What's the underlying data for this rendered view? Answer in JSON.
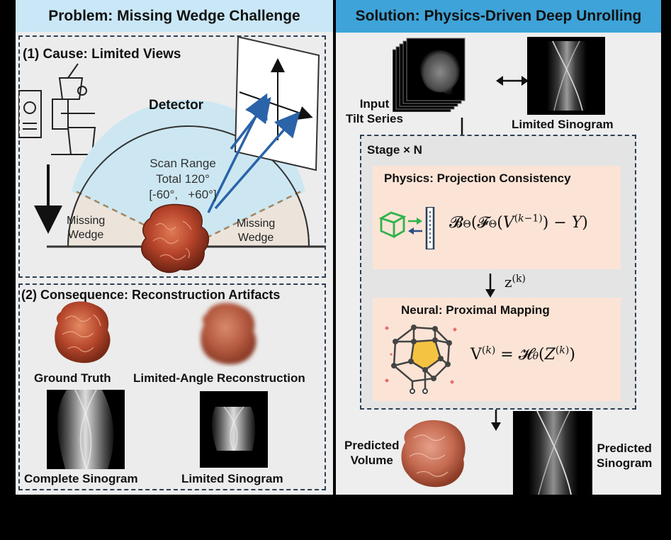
{
  "left": {
    "header": "Problem: Missing Wedge Challenge",
    "cause": {
      "title": "(1) Cause: Limited Views",
      "detector_label": "Detector",
      "scan_range_line1": "Scan Range",
      "scan_range_line2": "Total 120°",
      "scan_range_line3": "[-60°,   +60°]",
      "missing_wedge_left_1": "Missing",
      "missing_wedge_left_2": "Wedge",
      "missing_wedge_right_1": "Missing",
      "missing_wedge_right_2": "Wedge"
    },
    "consequence": {
      "title": "(2) Consequence: Reconstruction Artifacts",
      "ground_truth": "Ground Truth",
      "limited_recon": "Limited-Angle Reconstruction",
      "complete_sino": "Complete Sinogram",
      "limited_sino": "Limited Sinogram"
    }
  },
  "right": {
    "header": "Solution: Physics-Driven Deep Unrolling",
    "input_line1": "Input",
    "input_line2": "Tilt Series",
    "limited_sinogram": "Limited Sinogram",
    "stage": "Stage × N",
    "physics_title": "Physics: Projection Consistency",
    "z_label": "z",
    "z_sup": "(k)",
    "neural_title": "Neural: Proximal Mapping",
    "predicted_volume_1": "Predicted",
    "predicted_volume_2": "Volume",
    "predicted_sinogram_1": "Predicted",
    "predicted_sinogram_2": "Sinogram"
  },
  "colors": {
    "header_bg": "#c9e7f6",
    "right_header_bg": "#3ea3d8",
    "arrow_blue": "#2a63a8",
    "pink_box": "#fbe4d6",
    "scan_fill": "#cce7f2",
    "wedge_fill": "#ece4db",
    "cube_green": "#2fb24c",
    "neural_yellow": "#f5c342"
  }
}
